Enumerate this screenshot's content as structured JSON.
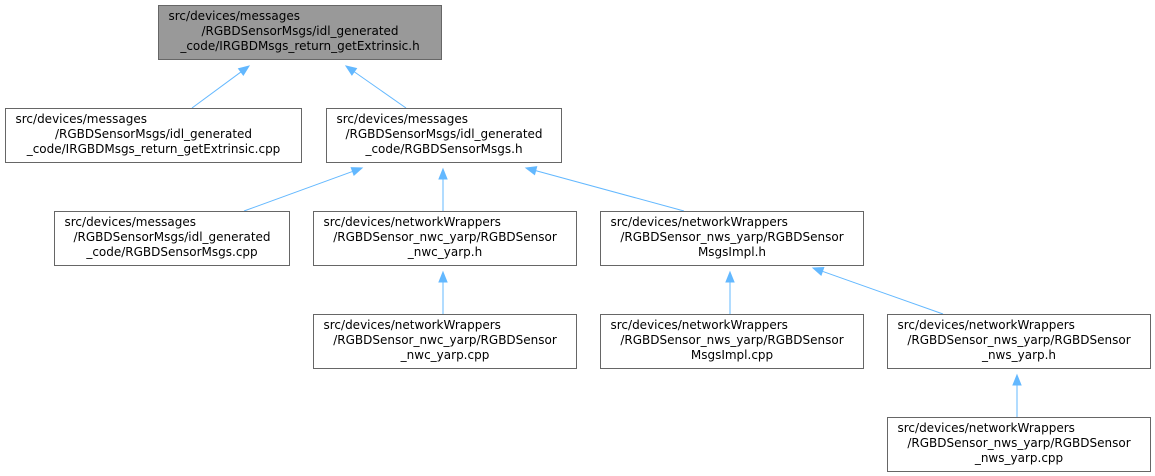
{
  "nodes": [
    {
      "id": "root",
      "lines": [
        "src/devices/messages",
        "/RGBDSensorMsgs/idl_generated",
        "_code/IRGBDMsgs_return_getExtrinsic.h"
      ],
      "highlighted": true
    },
    {
      "id": "irgbd_cpp",
      "lines": [
        "src/devices/messages",
        "/RGBDSensorMsgs/idl_generated",
        "_code/IRGBDMsgs_return_getExtrinsic.cpp"
      ]
    },
    {
      "id": "rgbdmsgs_h",
      "lines": [
        "src/devices/messages",
        "/RGBDSensorMsgs/idl_generated",
        "_code/RGBDSensorMsgs.h"
      ]
    },
    {
      "id": "rgbdmsgs_cpp",
      "lines": [
        "src/devices/messages",
        "/RGBDSensorMsgs/idl_generated",
        "_code/RGBDSensorMsgs.cpp"
      ]
    },
    {
      "id": "nwc_h",
      "lines": [
        "src/devices/networkWrappers",
        "/RGBDSensor_nwc_yarp/RGBDSensor",
        "_nwc_yarp.h"
      ]
    },
    {
      "id": "nws_msgsimpl_h",
      "lines": [
        "src/devices/networkWrappers",
        "/RGBDSensor_nws_yarp/RGBDSensor",
        "MsgsImpl.h"
      ]
    },
    {
      "id": "nwc_cpp",
      "lines": [
        "src/devices/networkWrappers",
        "/RGBDSensor_nwc_yarp/RGBDSensor",
        "_nwc_yarp.cpp"
      ]
    },
    {
      "id": "nws_msgsimpl_cpp",
      "lines": [
        "src/devices/networkWrappers",
        "/RGBDSensor_nws_yarp/RGBDSensor",
        "MsgsImpl.cpp"
      ]
    },
    {
      "id": "nws_h",
      "lines": [
        "src/devices/networkWrappers",
        "/RGBDSensor_nws_yarp/RGBDSensor",
        "_nws_yarp.h"
      ]
    },
    {
      "id": "nws_cpp",
      "lines": [
        "src/devices/networkWrappers",
        "/RGBDSensor_nws_yarp/RGBDSensor",
        "_nws_yarp.cpp"
      ]
    }
  ],
  "edges": [
    {
      "from": "irgbd_cpp",
      "to": "root"
    },
    {
      "from": "rgbdmsgs_h",
      "to": "root"
    },
    {
      "from": "rgbdmsgs_cpp",
      "to": "rgbdmsgs_h"
    },
    {
      "from": "nwc_h",
      "to": "rgbdmsgs_h"
    },
    {
      "from": "nws_msgsimpl_h",
      "to": "rgbdmsgs_h"
    },
    {
      "from": "nwc_cpp",
      "to": "nwc_h"
    },
    {
      "from": "nws_msgsimpl_cpp",
      "to": "nws_msgsimpl_h"
    },
    {
      "from": "nws_h",
      "to": "nws_msgsimpl_h"
    },
    {
      "from": "nws_cpp",
      "to": "nws_h"
    }
  ],
  "colors": {
    "edge": "#63b8ff",
    "root_fill": "#999999",
    "node_fill": "#ffffff",
    "border": "#666666"
  }
}
